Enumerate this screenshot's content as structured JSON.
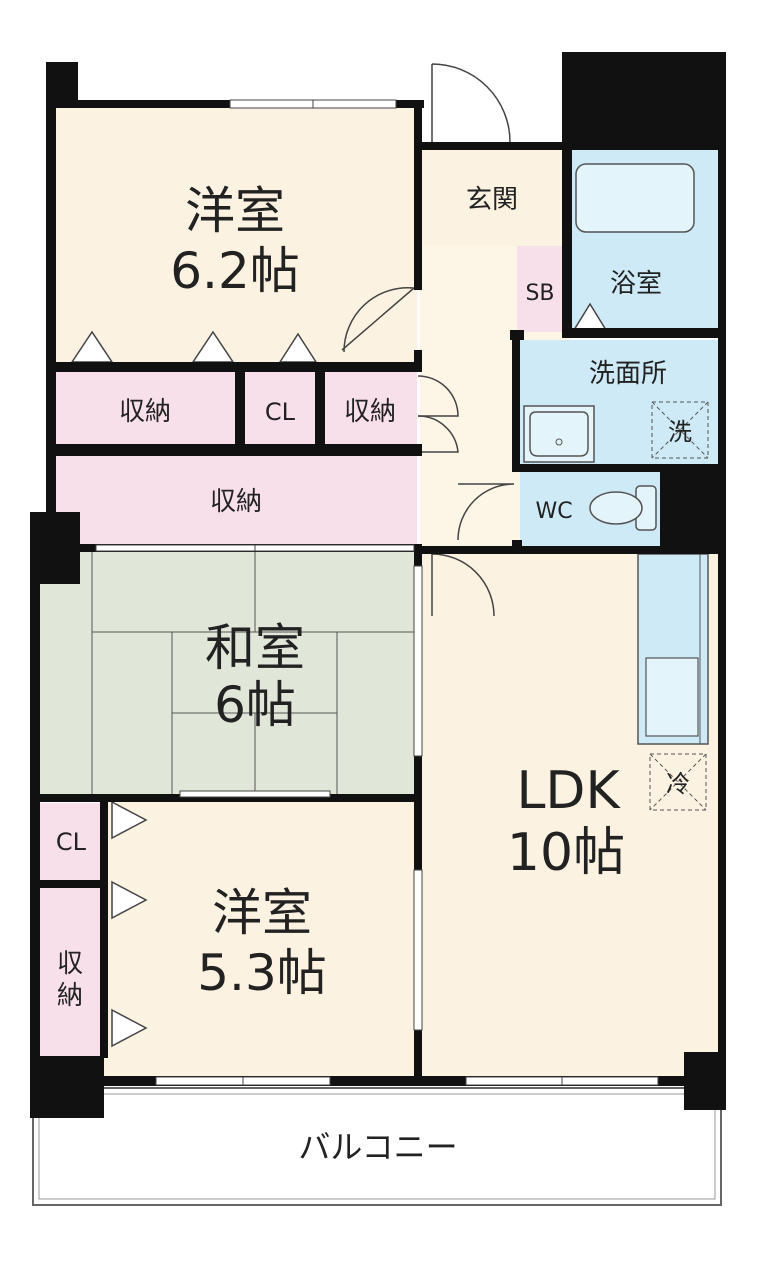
{
  "rooms": {
    "western1": {
      "name": "洋室",
      "size": "6.2帖"
    },
    "japanese": {
      "name": "和室",
      "size": "6帖"
    },
    "western2": {
      "name": "洋室",
      "size": "5.3帖"
    },
    "ldk": {
      "name": "LDK",
      "size": "10帖"
    },
    "entrance": "玄関",
    "shoe_box": "SB",
    "bath": "浴室",
    "washroom": "洗面所",
    "toilet": "WC",
    "balcony": "バルコニー"
  },
  "storage": {
    "top_left": "収納",
    "top_cl": "CL",
    "top_right": "収納",
    "wide": "収納",
    "left_cl": "CL",
    "left_vertical": [
      "収",
      "納"
    ]
  },
  "symbols": {
    "washer": "洗",
    "fridge": "冷"
  },
  "colors": {
    "western_room": "#fbf2e1",
    "tatami": "#e0e6d8",
    "storage": "#f8e0ea",
    "wet_area": "#cdeaf6",
    "wall": "#111111",
    "corridor": "#fdf6e6"
  }
}
